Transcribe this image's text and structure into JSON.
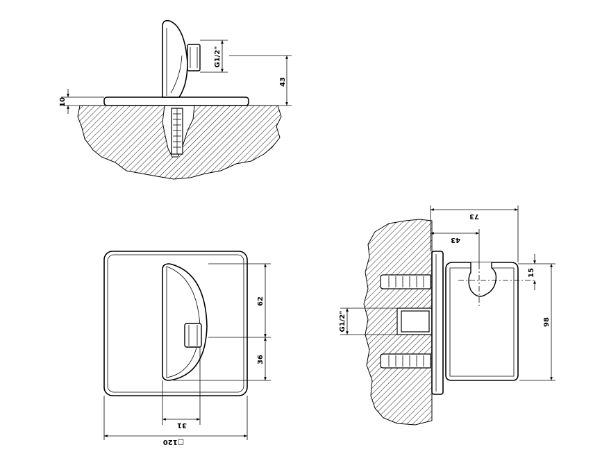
{
  "labels": {
    "top_thread": "G1/2\"",
    "top_depth": "43",
    "top_plate": "10",
    "front_upper": "62",
    "front_lower": "36",
    "front_offset": "31",
    "front_width": "□120",
    "side_overall": "73",
    "side_depth": "43",
    "side_slot": "15",
    "side_thread": "G1/2\"",
    "side_height": "98"
  },
  "colors": {
    "line": "#000000",
    "background": "#ffffff"
  }
}
